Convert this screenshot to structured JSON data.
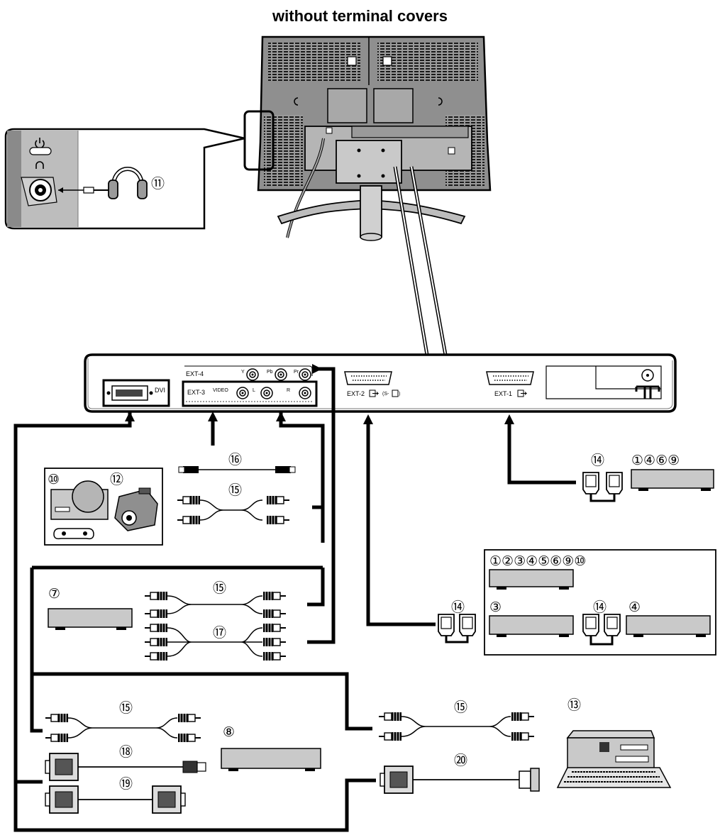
{
  "header": {
    "title": "without terminal covers"
  },
  "panel": {
    "dvi_label": "DVI",
    "ext4_label": "EXT-4",
    "ext4_y": "Y",
    "ext4_pb": "Pb",
    "ext4_pr": "Pr",
    "ext3_label": "EXT-3",
    "ext3_video": "VIDEO",
    "ext3_l": "L",
    "ext3_r": "R",
    "ext2_label": "EXT-2",
    "ext2_sub": "(S-",
    "ext1_label": "EXT-1"
  },
  "callouts": {
    "headphones": "⑪",
    "scart_cable_top": "⑭",
    "ext1_devices": "①④⑥⑨",
    "game_console": "⑩",
    "camcorder": "⑫",
    "video_cable": "⑯",
    "audio_cable_top": "⑮",
    "ext2_devices": "①②③④⑤⑥⑨⑩",
    "device_3": "③",
    "scart_cable_between": "⑭",
    "device_4": "④",
    "scart_cable_ext2": "⑭",
    "component_device": "⑦",
    "audio_cable_mid": "⑮",
    "component_cable": "⑰",
    "audio_cable_low": "⑮",
    "dvi_device": "⑧",
    "dvi_hdmi_cable": "⑱",
    "dvi_dvi_cable": "⑲",
    "audio_cable_pc": "⑮",
    "pc": "⑬",
    "dvi_vga_cable": "⑳"
  }
}
